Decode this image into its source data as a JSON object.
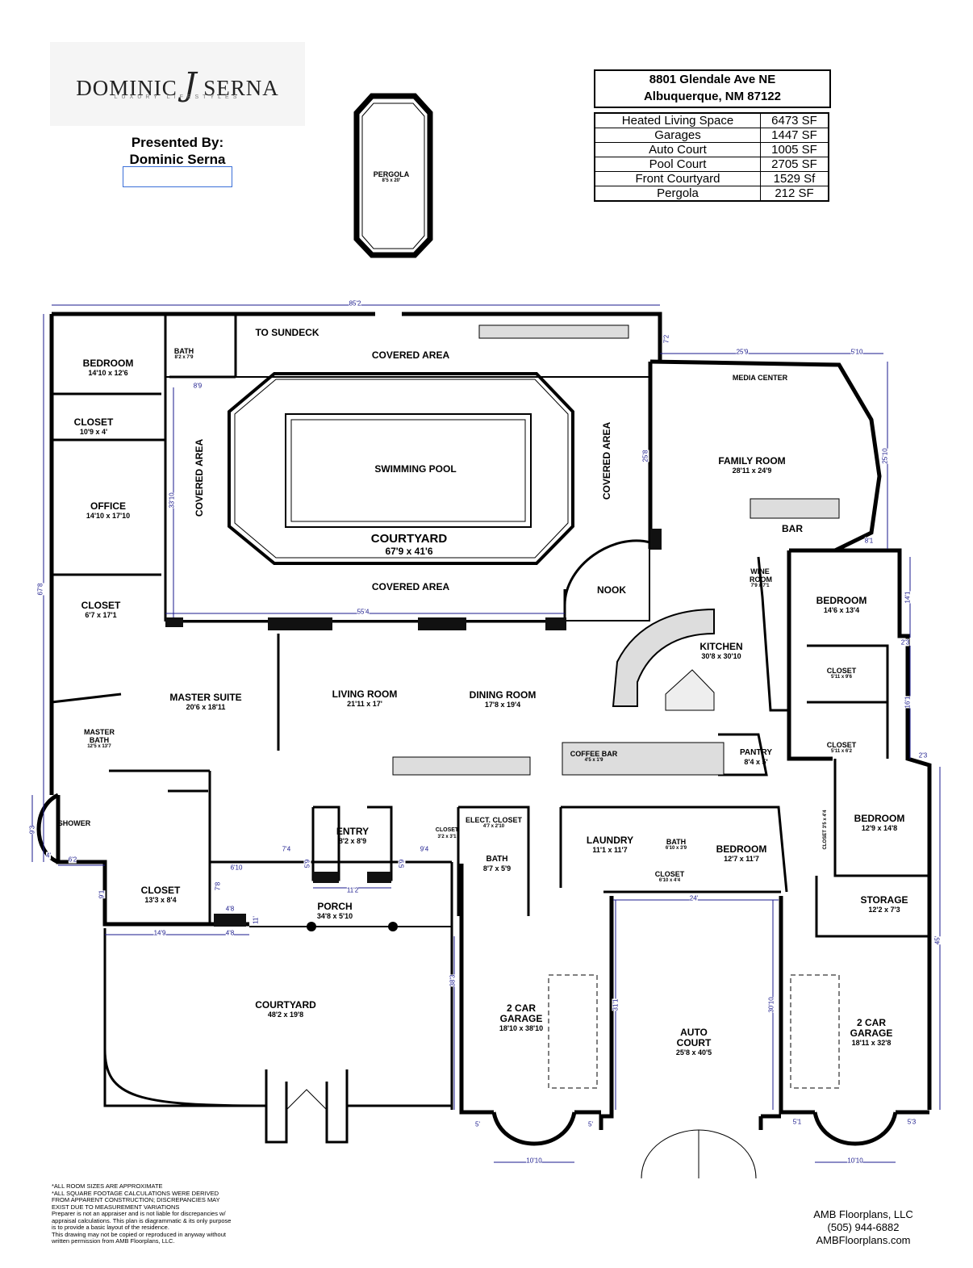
{
  "logo": {
    "name_left": "DOMINIC",
    "name_mark": "J",
    "name_right": "SERNA",
    "tagline": "LUXURY LIFESTYLES"
  },
  "presented": {
    "line1": "Presented By:",
    "line2": "Dominic Serna"
  },
  "address": {
    "line1": "8801 Glendale Ave NE",
    "line2": "Albuquerque, NM 87122"
  },
  "areas": [
    {
      "label": "Heated Living Space",
      "value": "6473 SF"
    },
    {
      "label": "Garages",
      "value": "1447 SF"
    },
    {
      "label": "Auto Court",
      "value": "1005 SF"
    },
    {
      "label": "Pool Court",
      "value": "2705 SF"
    },
    {
      "label": "Front Courtyard",
      "value": "1529 Sf"
    },
    {
      "label": "Pergola",
      "value": "212 SF"
    }
  ],
  "rooms": {
    "pergola": {
      "name": "PERGOLA",
      "dim": "8'5 x 20'"
    },
    "bedroom_nw": {
      "name": "BEDROOM",
      "dim": "14'10 x 12'6"
    },
    "bath_nw": {
      "name": "BATH",
      "dim": "8'2 x 7'9"
    },
    "to_sundeck": "TO SUNDECK",
    "closet_nw": {
      "name": "CLOSET",
      "dim": "10'9 x 4'"
    },
    "office": {
      "name": "OFFICE",
      "dim": "14'10 x 17'10"
    },
    "closet_w": {
      "name": "CLOSET",
      "dim": "6'7 x 17'1"
    },
    "master_suite": {
      "name": "MASTER SUITE",
      "dim": "20'6 x 18'11"
    },
    "master_bath": {
      "name": "MASTER BATH",
      "dim": "12'5 x 13'7"
    },
    "shower": "SHOWER",
    "closet_sw": {
      "name": "CLOSET",
      "dim": "13'3 x 8'4"
    },
    "covered_top": "COVERED AREA",
    "covered_bottom": "COVERED AREA",
    "covered_left": "COVERED AREA",
    "covered_right": "COVERED AREA",
    "swimming_pool": "SWIMMING POOL",
    "courtyard_pool": {
      "name": "COURTYARD",
      "dim": "67'9 x 41'6"
    },
    "media_center": "MEDIA CENTER",
    "family_room": {
      "name": "FAMILY ROOM",
      "dim": "28'11 x 24'9"
    },
    "bar": "BAR",
    "nook": "NOOK",
    "wine_room": {
      "name": "WINE ROOM",
      "dim": "7'9 x 7'1"
    },
    "kitchen": {
      "name": "KITCHEN",
      "dim": "30'8 x 30'10"
    },
    "living_room": {
      "name": "LIVING ROOM",
      "dim": "21'11 x 17'"
    },
    "dining_room": {
      "name": "DINING ROOM",
      "dim": "17'8 x 19'4"
    },
    "coffee_bar": {
      "name": "COFFEE BAR",
      "dim": "4'5 x 1'9"
    },
    "pantry": {
      "name": "PANTRY",
      "dim": "8'4 x 5'"
    },
    "bedroom_e": {
      "name": "BEDROOM",
      "dim": "14'6 x 13'4"
    },
    "closet_e1": {
      "name": "CLOSET",
      "dim": "5'11 x 9'6"
    },
    "closet_e2": {
      "name": "CLOSET",
      "dim": "5'11 x 6'2"
    },
    "bedroom_se": {
      "name": "BEDROOM",
      "dim": "12'9 x 14'8"
    },
    "closet_se": {
      "name": "CLOSET",
      "dim": "3'5 x 4'4"
    },
    "entry": {
      "name": "ENTRY",
      "dim": "8'2 x 8'9"
    },
    "closet_entry": {
      "name": "CLOSET",
      "dim": "3'2 x 3'1"
    },
    "elect_closet": {
      "name": "ELECT. CLOSET",
      "dim": "4'7 x 2'10"
    },
    "bath_s": {
      "name": "BATH",
      "dim": "8'7 x 5'9"
    },
    "laundry": {
      "name": "LAUNDRY",
      "dim": "11'1 x 11'7"
    },
    "bath_l": {
      "name": "BATH",
      "dim": "6'10 x 3'9"
    },
    "closet_l": {
      "name": "CLOSET",
      "dim": "6'10 x 4'4"
    },
    "bedroom_s": {
      "name": "BEDROOM",
      "dim": "12'7 x 11'7"
    },
    "storage": {
      "name": "STORAGE",
      "dim": "12'2 x 7'3"
    },
    "porch": {
      "name": "PORCH",
      "dim": "34'8 x 5'10"
    },
    "courtyard_front": {
      "name": "COURTYARD",
      "dim": "48'2 x 19'8"
    },
    "garage_w": {
      "name": "2 CAR GARAGE",
      "dim": "18'10 x 38'10"
    },
    "auto_court": {
      "name": "AUTO COURT",
      "dim": "25'8 x 40'5"
    },
    "garage_e": {
      "name": "2 CAR GARAGE",
      "dim": "18'11 x 32'8"
    }
  },
  "dimensions": {
    "top_width": "85'2",
    "left_height": "67'8",
    "pool_inner_h": "33'10",
    "pool_inner_w": "55'4",
    "top_right_a": "25'9",
    "top_right_b": "5'10",
    "right_a": "25'10",
    "right_b": "14'1",
    "right_c": "16'1",
    "right_d": "45'",
    "nw_bath_w": "8'9",
    "fam_h": "25'8",
    "cov_h": "7'2",
    "bar_w": "8'1",
    "porch_w": "11'2",
    "porch_a": "7'4",
    "porch_b": "6'10",
    "porch_c": "9'4",
    "porch_d": "5'9",
    "porch_e": "5'9",
    "court_w": "14'9",
    "court_b": "4'8",
    "court_c": "4'8",
    "court_h": "38'3",
    "garage_h": "31'1",
    "auto_w": "24'",
    "auto_h": "30'10",
    "garw_b1": "5'",
    "garw_b2": "5'",
    "garw_bay": "10'10",
    "gare_b1": "5'1",
    "gare_b2": "5'3",
    "gare_bay": "10'10",
    "shower_w": "6'2",
    "shower_h": "9'3",
    "shower_a": "4'",
    "closet_h": "9'1",
    "porch_side": "7'8",
    "porch_side2": "11'",
    "e_a": "2'3",
    "e_b": "2'3"
  },
  "notes": [
    "*ALL ROOM SIZES ARE APPROXIMATE",
    "*ALL SQUARE FOOTAGE CALCULATIONS WERE DERIVED",
    "FROM APPARENT CONSTRUCTION; DISCREPANCIES MAY",
    "EXIST DUE TO MEASUREMENT VARIATIONS",
    "Preparer is not an appraiser and is not liable for discrepancies w/",
    "appraisal calculations. This plan is diagrammatic & its only purpose",
    "is to provide a basic layout of the residence.",
    "This drawing may not be copied or reproduced in anyway without",
    "written permission from AMB Floorplans, LLC."
  ],
  "credit": {
    "line1": "AMB Floorplans, LLC",
    "line2": "(505) 944-6882",
    "line3": "AMBFloorplans.com"
  }
}
